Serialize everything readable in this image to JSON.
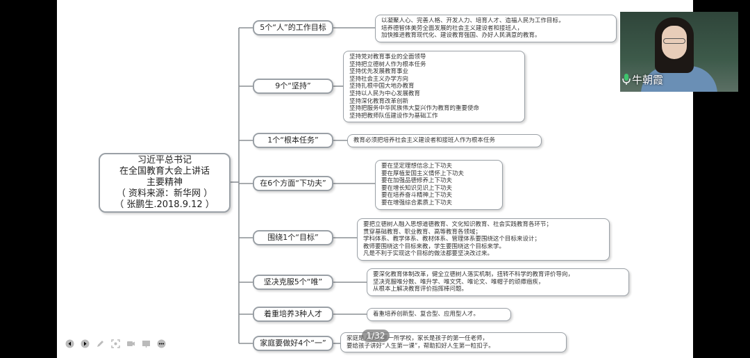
{
  "mindmap": {
    "root": {
      "lines": [
        "习近平总书记",
        "在全国教育大会上讲话",
        "主要精神",
        "（ 资料来源：新华网 ）",
        "（ 张鹏生.2018.9.12 ）"
      ]
    },
    "branches": [
      {
        "label": "5个“人”的工作目标",
        "details": [
          "以凝聚人心、完善人格、开发人力、培育人才、造福人民为工作目标，",
          "培养德智体美劳全面发展的社会主义建设者和接班人，",
          "加快推进教育现代化、建设教育强国、办好人民满意的教育。"
        ]
      },
      {
        "label": "9个“坚持”",
        "details": [
          "坚持党对教育事业的全面领导",
          "坚持把立德树人作为根本任务",
          "坚持优先发展教育事业",
          "坚持社会主义办学方向",
          "坚持扎根中国大地办教育",
          "坚持以人民为中心发展教育",
          "坚持深化教育改革创新",
          "坚持把服务中华民族伟大复兴作为教育的重要使命",
          "坚持把教师队伍建设作为基础工作"
        ]
      },
      {
        "label": "1个“根本任务”",
        "details": [
          "教育必须把培养社会主义建设者和接班人作为根本任务"
        ]
      },
      {
        "label": "在6个方面“下功夫”",
        "details": [
          "要在坚定理想信念上下功夫",
          "要在厚植爱国主义情怀上下功夫",
          "要在加强品德修养上下功夫",
          "要在增长知识见识上下功夫",
          "要在培养奋斗精神上下功夫",
          "要在增强综合素质上下功夫"
        ]
      },
      {
        "label": "围绕1个“目标”",
        "details": [
          "要把立德树人融入思想道德教育、文化知识教育、社会实践教育各环节；",
          "贯穿基础教育、职业教育、高等教育各领域；",
          "学科体系、教学体系、教材体系、管理体系要围绕这个目标来设计；",
          "教师要围绕这个目标来教，学生要围绕这个目标来学。",
          "凡是不利于实现这个目标的做法都要坚决改过来。"
        ]
      },
      {
        "label": "坚决克服5个“唯”",
        "details": [
          "要深化教育体制改革，健全立德树人落实机制，扭转不科学的教育评价导向，",
          "坚决克服唯分数、唯升学、唯文凭、唯论文、唯帽子的顽瘴痼疾，",
          "从根本上解决教育评价指挥棒问题。"
        ]
      },
      {
        "label": "着重培养3种人才",
        "details": [
          "着重培养创新型、复合型、应用型人才。"
        ]
      },
      {
        "label": "家庭要做好4个“一”",
        "details": [
          "家庭是人生的第一所学校，家长是孩子的第一任老师，",
          "要给孩子讲好“人生第一课”，帮助扣好人生第一粒扣子。"
        ]
      }
    ]
  },
  "video": {
    "speaker_name": "牛朝霞"
  },
  "pager": {
    "text": "1/32"
  },
  "controls": [
    "previous-icon",
    "next-icon",
    "pen-icon",
    "screenshot-icon",
    "camera-icon",
    "whiteboard-icon",
    "more-icon"
  ],
  "colors": {
    "background": "#000000",
    "slide": "#ffffff",
    "connector": "#8a8f94"
  }
}
